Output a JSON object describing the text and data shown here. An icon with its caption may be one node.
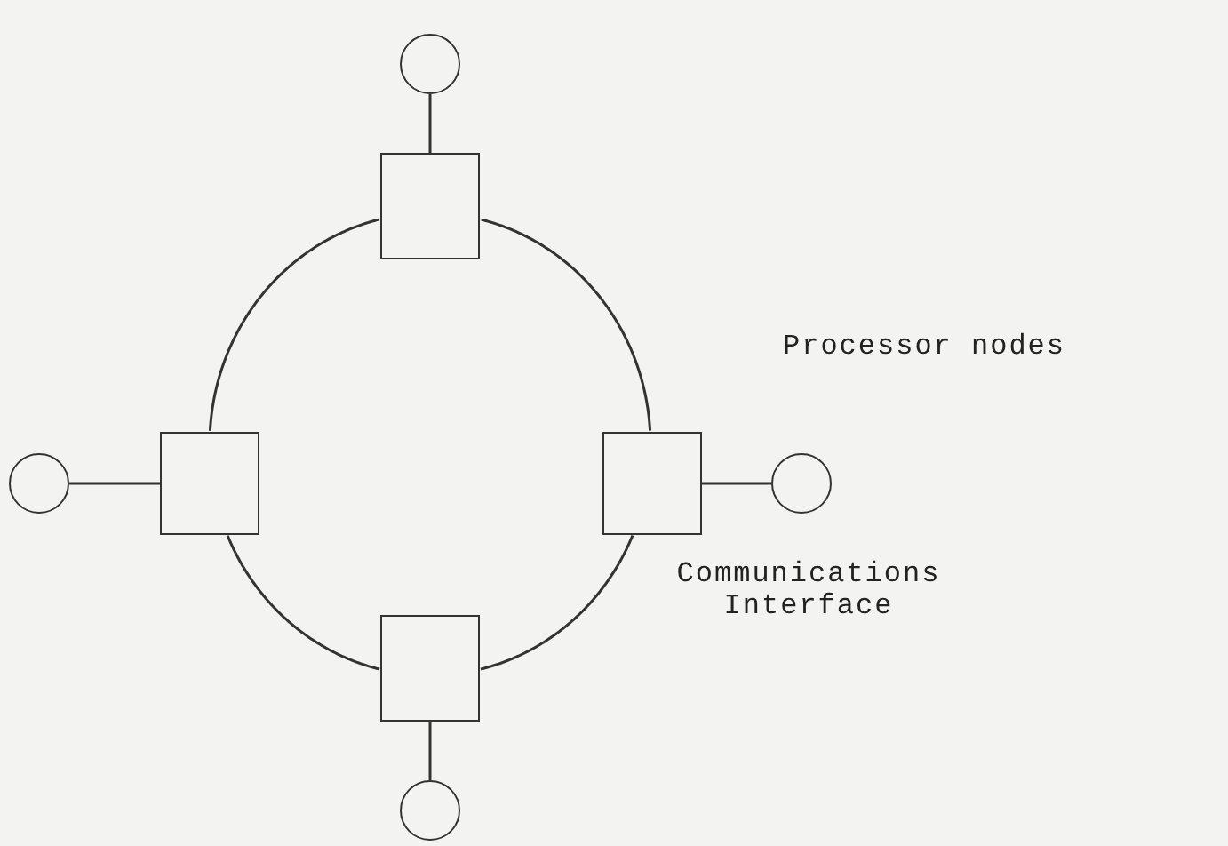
{
  "diagram": {
    "nodes": [
      {
        "text": [],
        "shape": "circle"
      },
      {
        "text": [],
        "shape": "box"
      },
      {
        "text": [],
        "shape": "circle"
      },
      {
        "text": [],
        "shape": "box"
      },
      {
        "text": [],
        "shape": "box"
      },
      {
        "text": [],
        "shape": "circle"
      },
      {
        "text": [],
        "shape": "box"
      },
      {
        "text": [],
        "shape": "circle"
      }
    ],
    "edges": [
      {
        "from": 0,
        "to": 1,
        "arrow": "none"
      },
      {
        "from": 2,
        "to": 3,
        "arrow": "none"
      },
      {
        "from": 4,
        "to": 5,
        "arrow": "none"
      },
      {
        "from": 6,
        "to": 7,
        "arrow": "none"
      },
      {
        "from": 1,
        "to": 4,
        "arrow": "none"
      },
      {
        "from": 4,
        "to": 6,
        "arrow": "none"
      },
      {
        "from": 6,
        "to": 3,
        "arrow": "none"
      },
      {
        "from": 3,
        "to": 1,
        "arrow": "none"
      }
    ],
    "labels": [
      "Processor nodes",
      "Communications Interface"
    ]
  }
}
